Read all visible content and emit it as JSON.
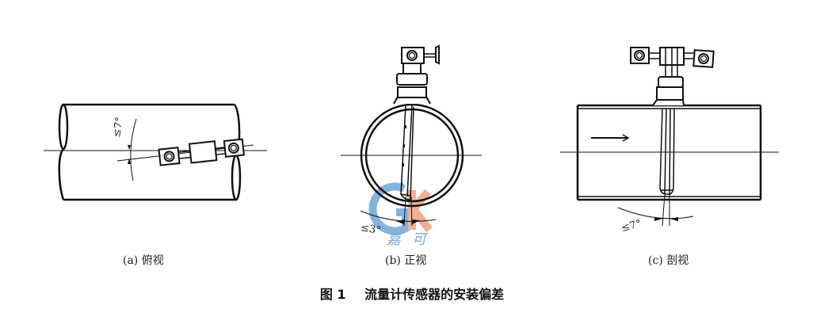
{
  "figure": {
    "caption_number": "图 1",
    "caption_text": "流量计传感器的安装偏差",
    "panels": [
      {
        "id": "a",
        "label": "(a) 俯视",
        "angle_annotation": "≤7°"
      },
      {
        "id": "b",
        "label": "(b) 正视",
        "angle_annotation": "≤3°"
      },
      {
        "id": "c",
        "label": "(c) 剖视",
        "angle_annotation": "≤7°"
      }
    ],
    "watermark": {
      "letters": "GK",
      "text": "嘉可",
      "colors": {
        "g": "#6fa6d8",
        "k": "#f0a080",
        "text": "#7aaad6"
      }
    },
    "line_color": "#111111"
  }
}
